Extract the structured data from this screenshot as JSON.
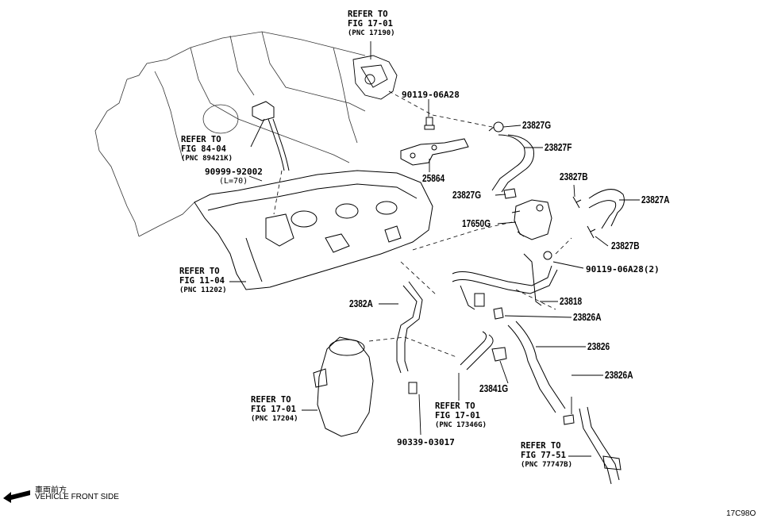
{
  "diagram_id": "17C98O",
  "front_direction": {
    "jp": "車両前方",
    "en": "VEHICLE FRONT SIDE"
  },
  "references": [
    {
      "line1": "REFER TO",
      "line2": "FIG 17-01",
      "line3": "(PNC 17190)"
    },
    {
      "line1": "REFER TO",
      "line2": "FIG 84-04",
      "line3": "(PNC 89421K)"
    },
    {
      "line1": "REFER TO",
      "line2": "FIG 11-04",
      "line3": "(PNC 11202)"
    },
    {
      "line1": "REFER TO",
      "line2": "FIG 17-01",
      "line3": "(PNC 17204)"
    },
    {
      "line1": "REFER TO",
      "line2": "FIG 17-01",
      "line3": "(PNC 17346G)"
    },
    {
      "line1": "REFER TO",
      "line2": "FIG 77-51",
      "line3": "(PNC 77747B)"
    }
  ],
  "parts": {
    "p90119_06a28": "90119-06A28",
    "p23827g_top": "23827G",
    "p23827f": "23827F",
    "p25864": "25864",
    "p23827b_top": "23827B",
    "p23827g_mid": "23827G",
    "p23827a": "23827A",
    "p17650g": "17650G",
    "p23827b_bottom": "23827B",
    "p90119_06a28_2": "90119-06A28(2)",
    "p90999_92002": "90999-92002",
    "p90999_note": "(L=70)",
    "p2382a": "2382A",
    "p23818": "23818",
    "p23826a_mid": "23826A",
    "p23826": "23826",
    "p23826a_low": "23826A",
    "p23841g": "23841G",
    "p90339_03017": "90339-03017"
  }
}
